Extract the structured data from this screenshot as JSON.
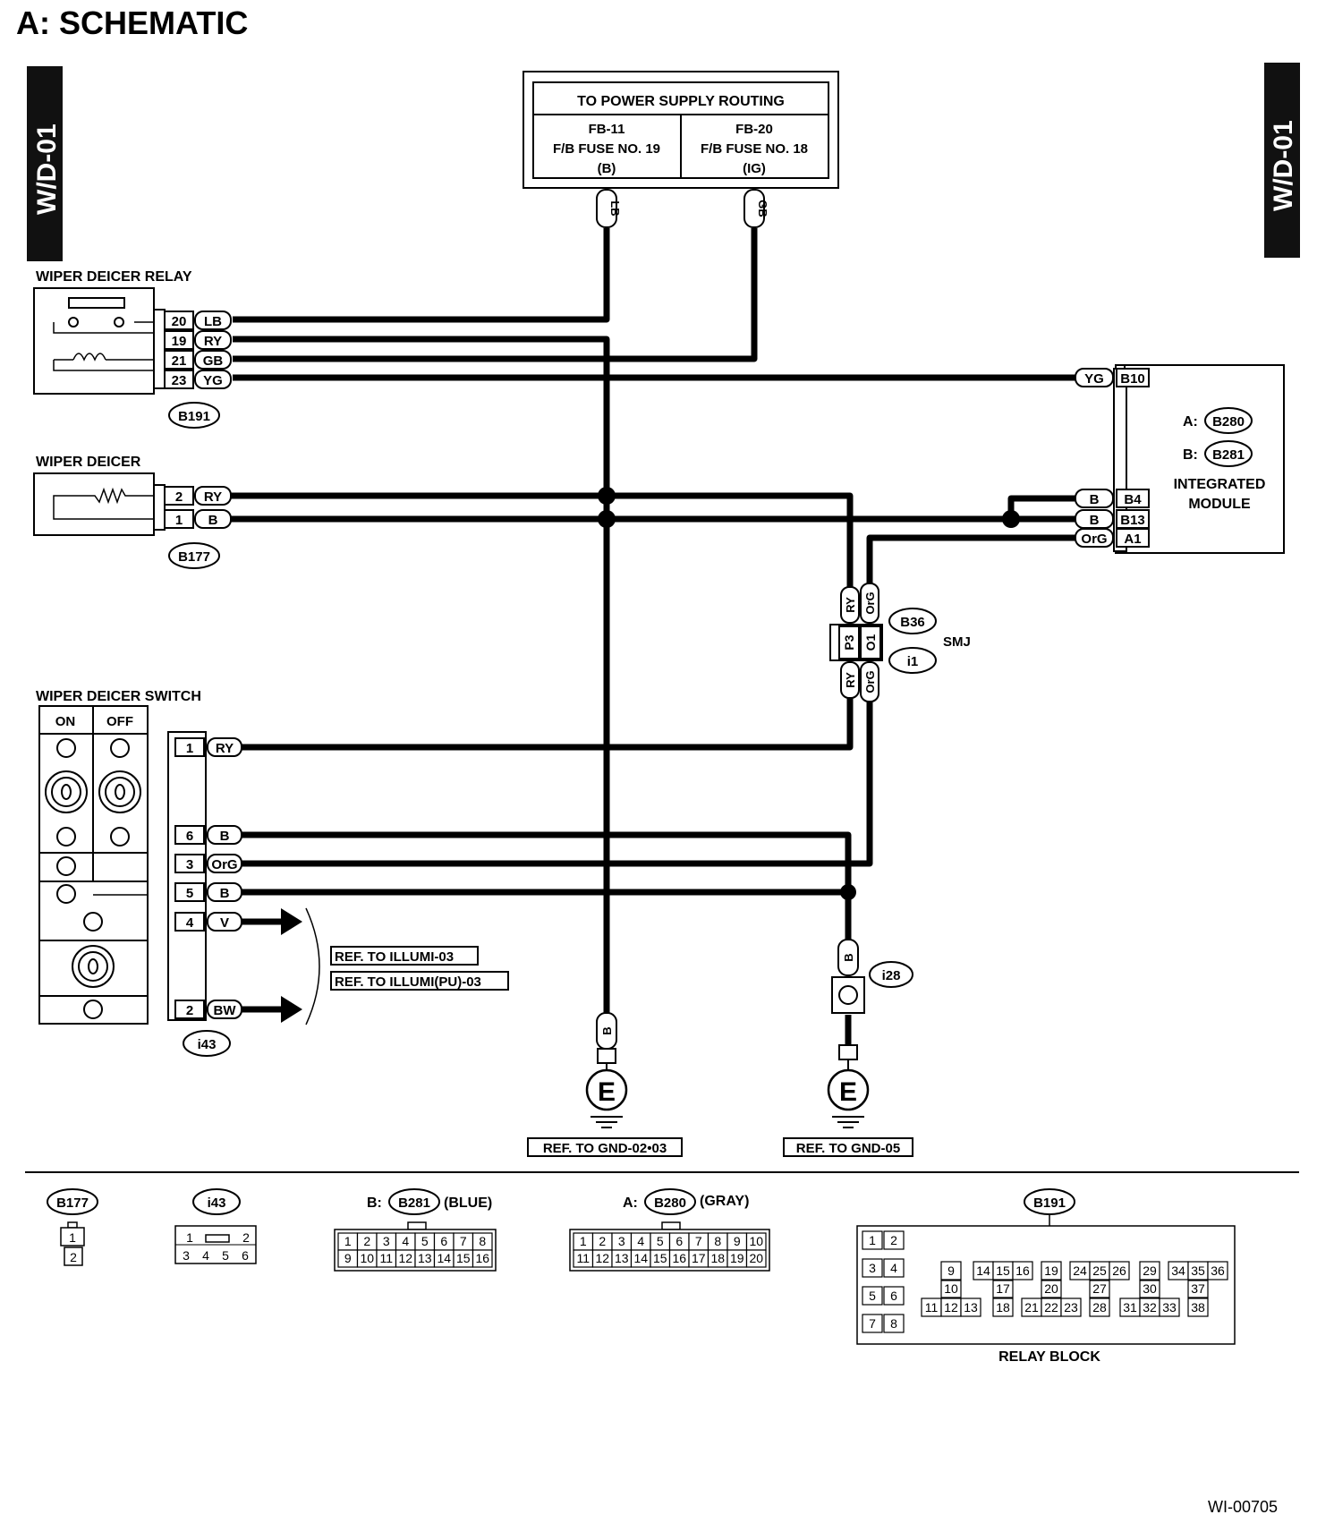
{
  "title": "A:  SCHEMATIC",
  "section_tab": "W/D-01",
  "diagram_id": "WI-00705",
  "power": {
    "header": "TO POWER SUPPLY ROUTING",
    "left": [
      "FB-11",
      "F/B FUSE NO. 19",
      "(B)"
    ],
    "right": [
      "FB-20",
      "F/B FUSE NO. 18",
      "(IG)"
    ],
    "left_wire": "LB",
    "right_wire": "GB"
  },
  "relay": {
    "label": "WIPER DEICER RELAY",
    "connector": "B191",
    "pins": [
      {
        "num": "20",
        "color": "LB"
      },
      {
        "num": "19",
        "color": "RY"
      },
      {
        "num": "21",
        "color": "GB"
      },
      {
        "num": "23",
        "color": "YG"
      }
    ]
  },
  "deicer": {
    "label": "WIPER DEICER",
    "connector": "B177",
    "pins": [
      {
        "num": "2",
        "color": "RY"
      },
      {
        "num": "1",
        "color": "B"
      }
    ]
  },
  "module": {
    "a_prefix": "A:",
    "a_connector": "B280",
    "b_prefix": "B:",
    "b_connector": "B281",
    "name_line1": "INTEGRATED",
    "name_line2": "MODULE",
    "pins": [
      {
        "num": "B10",
        "color": "YG"
      },
      {
        "num": "B4",
        "color": "B"
      },
      {
        "num": "B13",
        "color": "B"
      },
      {
        "num": "A1",
        "color": "OrG"
      }
    ]
  },
  "smj": {
    "label": "SMJ",
    "connector_top": "B36",
    "connector_bottom": "i1",
    "top_wires": [
      "RY",
      "OrG"
    ],
    "pins": [
      "P3",
      "O1"
    ],
    "bottom_wires": [
      "RY",
      "OrG"
    ]
  },
  "switch": {
    "label": "WIPER DEICER SWITCH",
    "on": "ON",
    "off": "OFF",
    "connector": "i43",
    "pins": [
      {
        "num": "1",
        "color": "RY"
      },
      {
        "num": "6",
        "color": "B"
      },
      {
        "num": "3",
        "color": "OrG"
      },
      {
        "num": "5",
        "color": "B"
      },
      {
        "num": "4",
        "color": "V"
      },
      {
        "num": "2",
        "color": "BW"
      }
    ]
  },
  "refs": {
    "illumi_1": "REF. TO ILLUMI-03",
    "illumi_2": "REF. TO ILLUMI(PU)-03",
    "gnd_1": "REF. TO GND-02•03",
    "gnd_2": "REF. TO GND-05"
  },
  "grounds": {
    "symbol": "E",
    "wire_1": "B",
    "wire_2": "B",
    "joint": "i28"
  },
  "legend": {
    "b177": {
      "name": "B177",
      "pins": [
        "1",
        "2"
      ]
    },
    "i43": {
      "name": "i43",
      "pins": [
        "1",
        "2",
        "3",
        "4",
        "5",
        "6"
      ]
    },
    "b281": {
      "prefix": "B:",
      "name": "B281",
      "note": "(BLUE)",
      "row1": [
        "1",
        "2",
        "3",
        "4",
        "5",
        "6",
        "7",
        "8"
      ],
      "row2": [
        "9",
        "10",
        "11",
        "12",
        "13",
        "14",
        "15",
        "16"
      ]
    },
    "b280": {
      "prefix": "A:",
      "name": "B280",
      "note": "(GRAY)",
      "row1": [
        "1",
        "2",
        "3",
        "4",
        "5",
        "6",
        "7",
        "8",
        "9",
        "10"
      ],
      "row2": [
        "11",
        "12",
        "13",
        "14",
        "15",
        "16",
        "17",
        "18",
        "19",
        "20"
      ]
    },
    "b191": {
      "name": "B191",
      "caption": "RELAY BLOCK",
      "left_pairs": [
        [
          "1",
          "2"
        ],
        [
          "3",
          "4"
        ],
        [
          "5",
          "6"
        ],
        [
          "7",
          "8"
        ]
      ],
      "row_top": [
        "9",
        "14",
        "15",
        "16",
        "19",
        "24",
        "25",
        "26",
        "29",
        "34",
        "35",
        "36"
      ],
      "row_mid": [
        "10",
        "17",
        "20",
        "27",
        "30",
        "37"
      ],
      "row_bot": [
        "11",
        "12",
        "13",
        "18",
        "21",
        "22",
        "23",
        "28",
        "31",
        "32",
        "33",
        "38"
      ]
    }
  }
}
